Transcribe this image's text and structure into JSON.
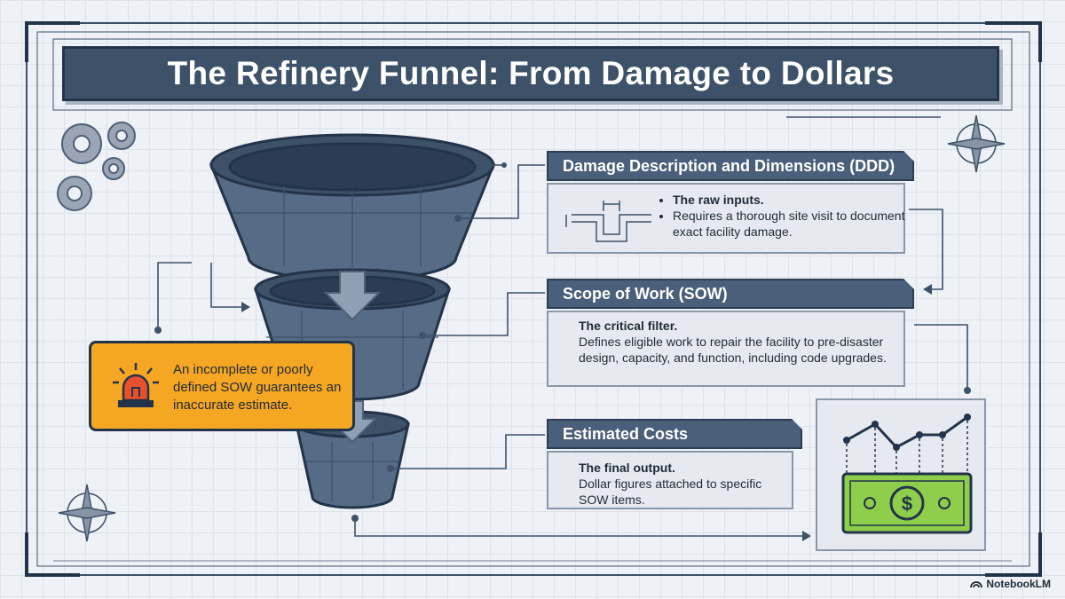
{
  "title": "The Refinery Funnel: From Damage to Dollars",
  "sections": [
    {
      "heading": "Damage Description and Dimensions (DDD)",
      "bullets": [
        "The raw inputs.",
        "Requires a thorough site visit to document exact facility damage."
      ]
    },
    {
      "heading": "Scope of Work (SOW)",
      "lead": "The critical filter.",
      "text": "Defines eligible work to repair the facility to pre-disaster design, capacity, and function, including code upgrades."
    },
    {
      "heading": "Estimated Costs",
      "lead": "The final output.",
      "text": "Dollar figures attached to specific SOW items."
    }
  ],
  "warning": {
    "text": "An incomplete or poorly defined SOW guarantees an inaccurate estimate.",
    "icon": "siren-icon"
  },
  "icons": [
    "gear-icon",
    "compass-rose-icon",
    "funnel-icon",
    "down-arrow-icon",
    "line-chart-icon",
    "dollar-bill-icon",
    "blueprint-detail-icon"
  ],
  "branding": "NotebookLM",
  "colors": {
    "panel": "#4a5f79",
    "funnel": "#566b85",
    "warning": "#f5a623",
    "money": "#8fce4a",
    "background": "#eef1f5"
  }
}
